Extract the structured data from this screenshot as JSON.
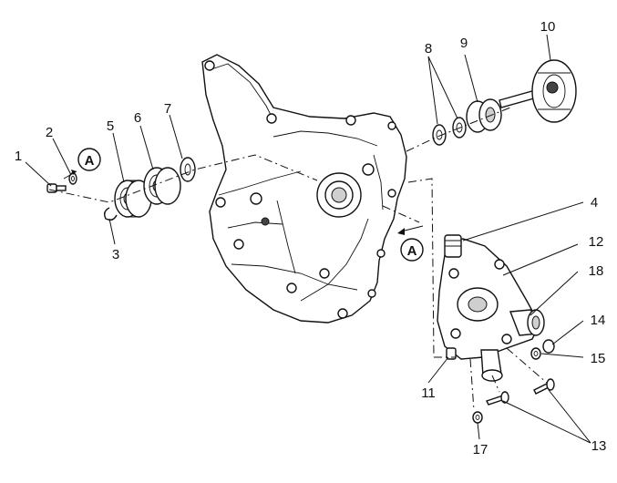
{
  "callouts": [
    {
      "id": "c1",
      "text": "1"
    },
    {
      "id": "c2",
      "text": "2"
    },
    {
      "id": "c3",
      "text": "3"
    },
    {
      "id": "c4",
      "text": "4"
    },
    {
      "id": "c5",
      "text": "5"
    },
    {
      "id": "c6",
      "text": "6"
    },
    {
      "id": "c7",
      "text": "7"
    },
    {
      "id": "c8",
      "text": "8"
    },
    {
      "id": "c9",
      "text": "9"
    },
    {
      "id": "c10",
      "text": "10"
    },
    {
      "id": "c11",
      "text": "11"
    },
    {
      "id": "c12",
      "text": "12"
    },
    {
      "id": "c13",
      "text": "13"
    },
    {
      "id": "c14",
      "text": "14"
    },
    {
      "id": "c15",
      "text": "15"
    },
    {
      "id": "c17",
      "text": "17"
    },
    {
      "id": "c18",
      "text": "18"
    }
  ],
  "detail_marker": "A"
}
